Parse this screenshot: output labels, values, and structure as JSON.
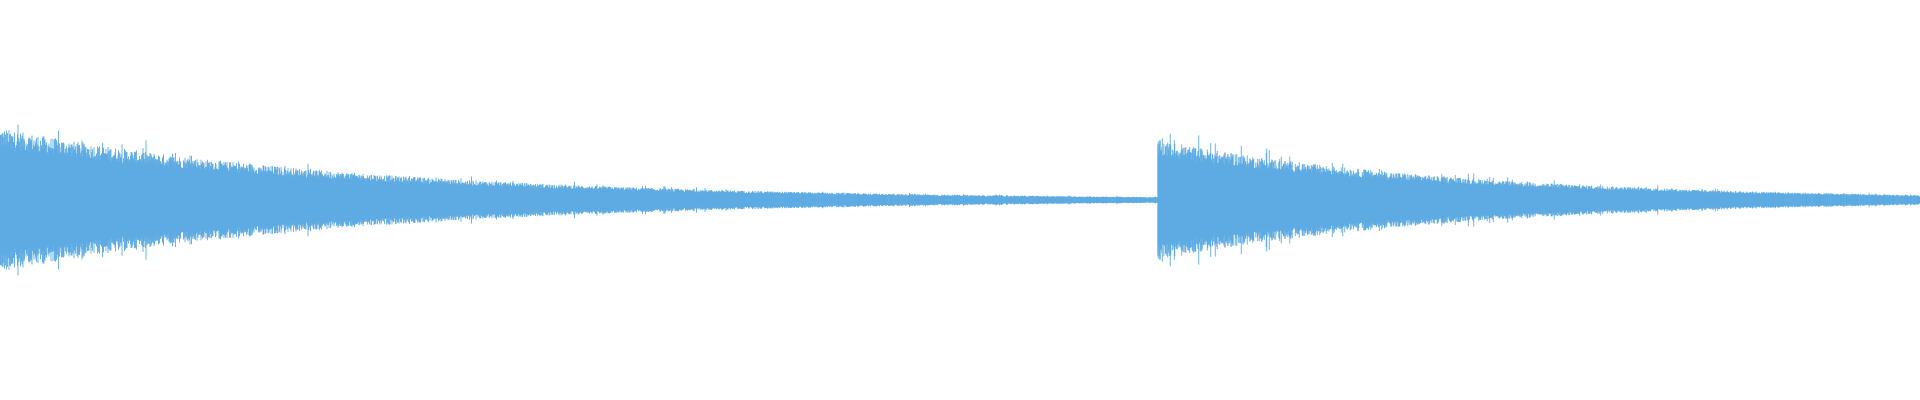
{
  "waveform": {
    "color": "#5dabe2",
    "background": "#ffffff",
    "segments": [
      {
        "name": "segment-1",
        "start_fraction": 0.0,
        "end_fraction": 0.603,
        "start_amplitude": 0.72,
        "end_amplitude": 0.03
      },
      {
        "name": "segment-2",
        "start_fraction": 0.603,
        "end_fraction": 1.0,
        "start_amplitude": 0.6,
        "end_amplitude": 0.05
      }
    ]
  }
}
